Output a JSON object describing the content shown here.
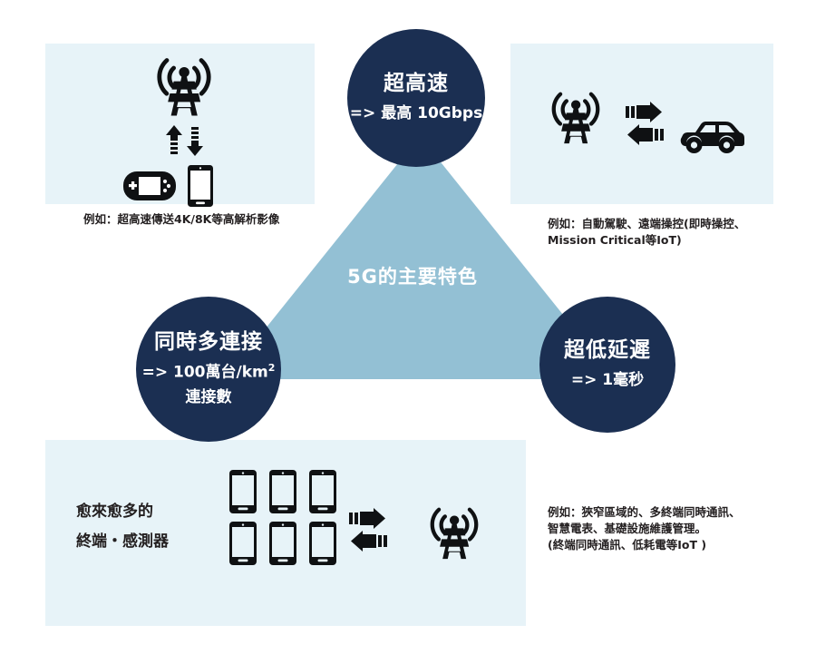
{
  "diagram": {
    "center_label": "5G的主要特色",
    "circles": [
      {
        "id": "ultra-high-speed",
        "title": "超高速",
        "sub": "=> 最高 10Gbps",
        "sub2": ""
      },
      {
        "id": "massive-connections",
        "title": "同時多連接",
        "sub_prefix": "=> 100萬台/km",
        "sub_sup": "2",
        "sub2": "連接數"
      },
      {
        "id": "ultra-low-latency",
        "title": "超低延遲",
        "sub": "=> 1毫秒",
        "sub2": ""
      }
    ],
    "captions": {
      "top_left": "例如：超高速傳送4K/8K等高解析影像",
      "top_right_line1": "例如：自動駕駛、遠端操控(即時操控、",
      "top_right_line2": "Mission Critical等IoT)",
      "bottom_line1": "例如：狹窄區域的、多終端同時通訊、",
      "bottom_line2": "智慧電表、基礎設施維護管理。",
      "bottom_line3": "(終端同時通訊、低耗電等IoT  )"
    },
    "bottom_panel": {
      "label_line1": "愈來愈多的",
      "label_line2": "終端・感測器"
    },
    "icons": {
      "tower": "cell-tower-icon",
      "up_down_arrows": "up-down-arrows-icon",
      "game_console": "handheld-game-console-icon",
      "smartphone": "smartphone-icon",
      "bidirectional_arrows": "bidirectional-arrows-icon",
      "car": "car-icon",
      "phone_grid": "smartphone-grid-icon"
    },
    "colors": {
      "panel_background": "#e7f3f8",
      "triangle": "#93c0d4",
      "circle": "#1b2f52",
      "text_dark": "#231f20",
      "text_light": "#ffffff",
      "icon": "#0f1113",
      "page_background": "#ffffff"
    }
  }
}
